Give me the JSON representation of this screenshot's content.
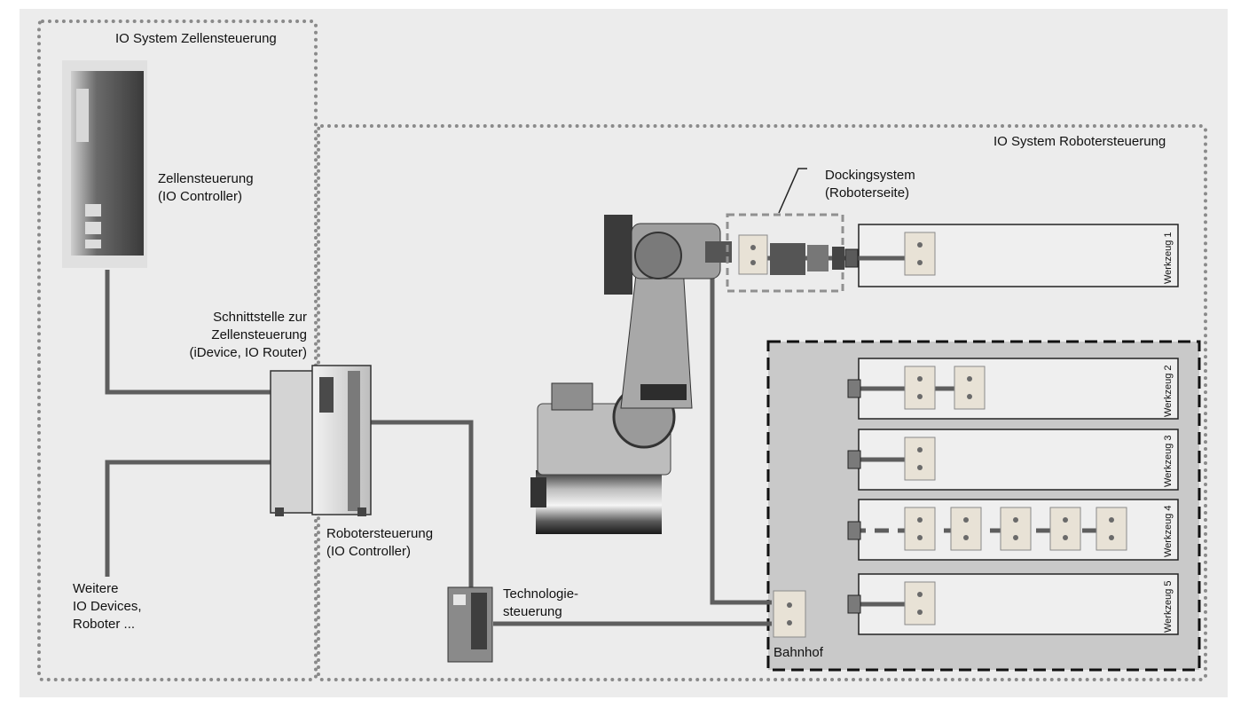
{
  "labels": {
    "io_system_cell": "IO System Zellensteuerung",
    "io_system_robot": "IO System Robotersteuerung",
    "cell_controller": "Zellensteuerung\n(IO Controller)",
    "interface": "Schnittstelle zur\nZellensteuerung\n(iDevice, IO Router)",
    "robot_controller": "Robotersteuerung\n(IO Controller)",
    "tech_controller": "Technologie-\nsteuerung",
    "further_devices": "Weitere\nIO Devices,\nRoboter ...",
    "docking": "Dockingsystem\n(Roboterseite)",
    "station": "Bahnhof"
  },
  "tools": [
    "Werkzeug 1",
    "Werkzeug 2",
    "Werkzeug 3",
    "Werkzeug 4",
    "Werkzeug 5"
  ],
  "colors": {
    "line": "#5e5e5e",
    "frame": "#8a8a8a",
    "background": "#ececec"
  }
}
